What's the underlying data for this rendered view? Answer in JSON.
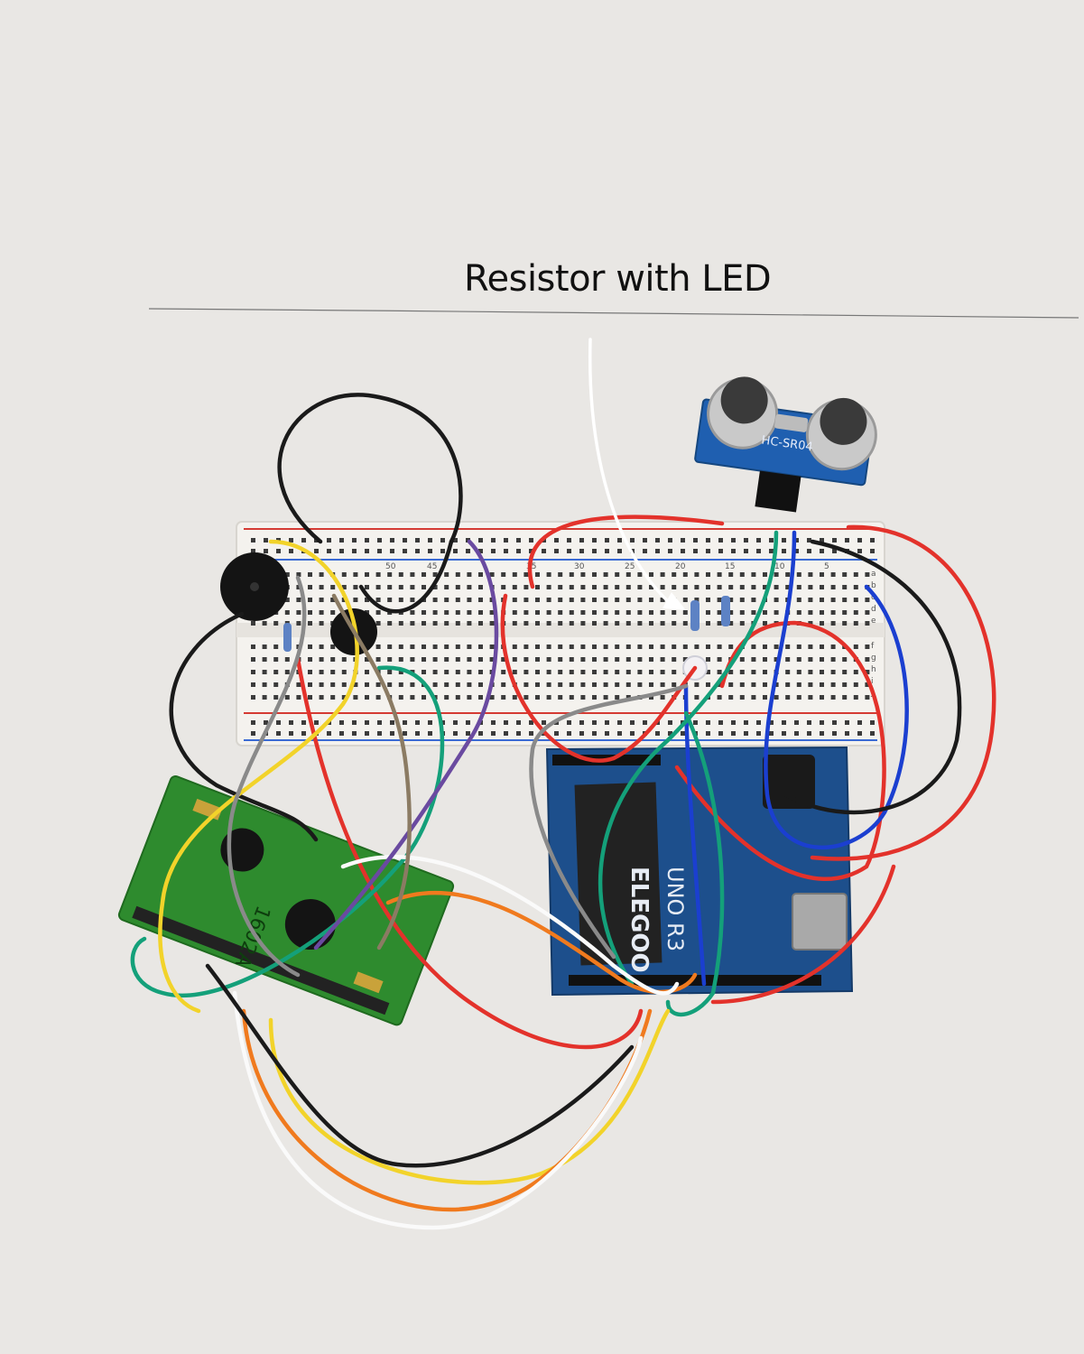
{
  "annotation": {
    "caption": "Resistor with LED",
    "arrow_color": "#ffffff"
  },
  "board": {
    "brand": "ELEGOO",
    "model": "UNO R3"
  },
  "lcd": {
    "model": "1602A"
  },
  "sensor": {
    "model": "HC-SR04"
  },
  "breadboard": {
    "column_numbers": [
      "50",
      "45",
      "35",
      "30",
      "25",
      "20",
      "15",
      "10",
      "5"
    ],
    "row_letters_top": [
      "a",
      "b",
      "c",
      "d",
      "e"
    ],
    "row_letters_bottom": [
      "f",
      "g",
      "h",
      "i",
      "j"
    ]
  },
  "colors": {
    "background": "#e9e7e4",
    "breadboard": "#f4f2ee",
    "arduino": "#1d4f8c",
    "lcd_pcb": "#2e8b2e",
    "sensor_pcb": "#1f5fb0",
    "wire_red": "#e3322b",
    "wire_black": "#1a1a1a",
    "wire_blue": "#1b3fd0",
    "wire_green": "#14a07a",
    "wire_yellow": "#f2d32a",
    "wire_orange": "#f07a1e",
    "wire_white": "#fafafa",
    "wire_gray": "#8a8a8a",
    "wire_purple": "#6a4aa0",
    "wire_brown": "#8b7b63"
  }
}
